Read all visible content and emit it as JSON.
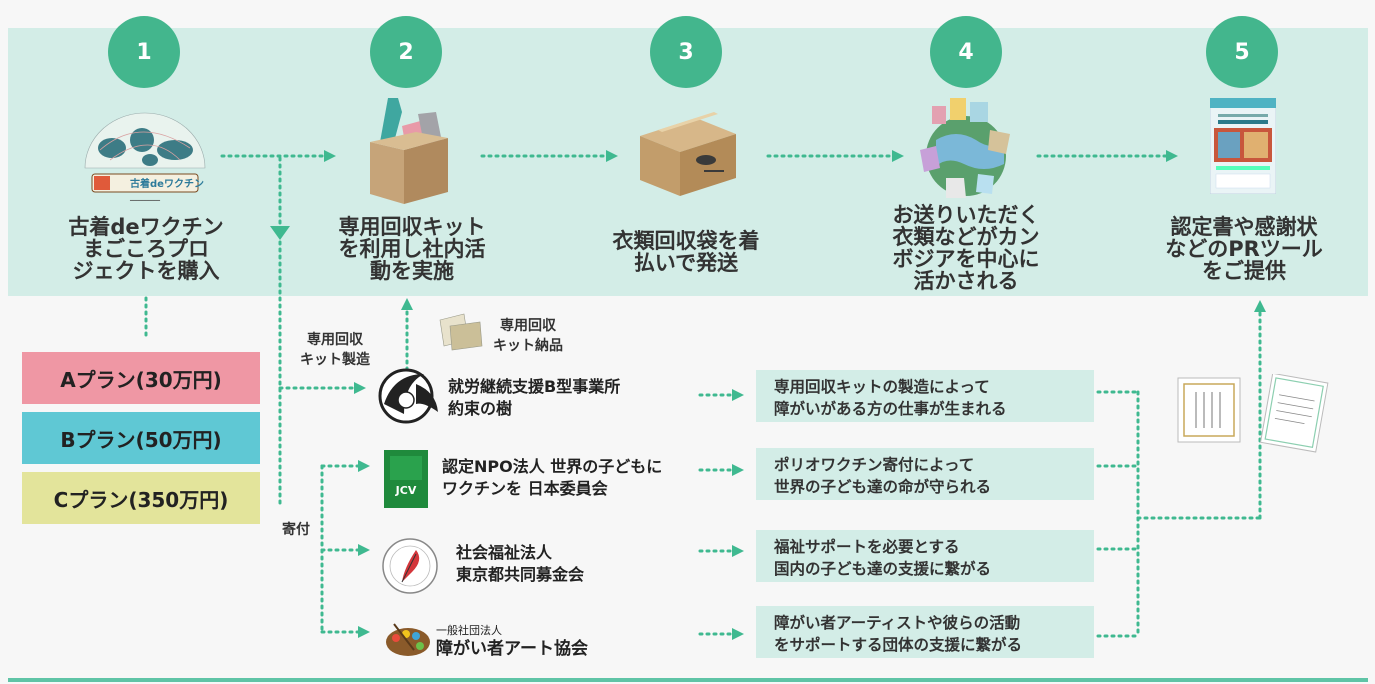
{
  "colors": {
    "band": "#d3ede7",
    "accent": "#43b68d",
    "arrow": "#3fb990",
    "plan_a": "#ef97a4",
    "plan_b": "#5fc8d4",
    "plan_c": "#e3e49b"
  },
  "steps": [
    {
      "num": "1",
      "text": "古着deワクチン\nまごころプロ\nジェクトを購入",
      "logo_text": "古着deワクチン"
    },
    {
      "num": "2",
      "text": "専用回収キット\nを利用し社内活\n動を実施"
    },
    {
      "num": "3",
      "text": "衣類回収袋を着\n払いで発送"
    },
    {
      "num": "4",
      "text": "お送りいただく\n衣類などがカン\nボジアを中心に\n活かされる"
    },
    {
      "num": "5",
      "text": "認定書や感謝状\nなどのPRツール\nをご提供"
    }
  ],
  "plans": [
    {
      "label": "Aプラン(30万円)"
    },
    {
      "label": "Bプラン(50万円)"
    },
    {
      "label": "Cプラン(350万円)"
    }
  ],
  "labels": {
    "kit_make": "専用回収\nキット製造",
    "kit_deliver": "専用回収\nキット納品",
    "donation": "寄付"
  },
  "orgs": [
    {
      "name": "就労継続支援B型事業所\n約束の樹",
      "icon": "tree-emblem-icon",
      "result": "専用回収キットの製造によって\n障がいがある方の仕事が生まれる"
    },
    {
      "name": "認定NPO法人 世界の子どもに\nワクチンを 日本委員会",
      "icon": "jcv-logo-icon",
      "logo_text": "JCV",
      "result": "ポリオワクチン寄付によって\n世界の子ども達の命が守られる"
    },
    {
      "name": "社会福祉法人\n東京都共同募金会",
      "icon": "red-feather-icon",
      "result": "福祉サポートを必要とする\n国内の子ども達の支援に繋がる"
    },
    {
      "name": "障がい者アート協会",
      "prefix": "一般社団法人",
      "icon": "art-palette-icon",
      "result": "障がい者アーティストや彼らの活動\nをサポートする団体の支援に繋がる"
    }
  ]
}
